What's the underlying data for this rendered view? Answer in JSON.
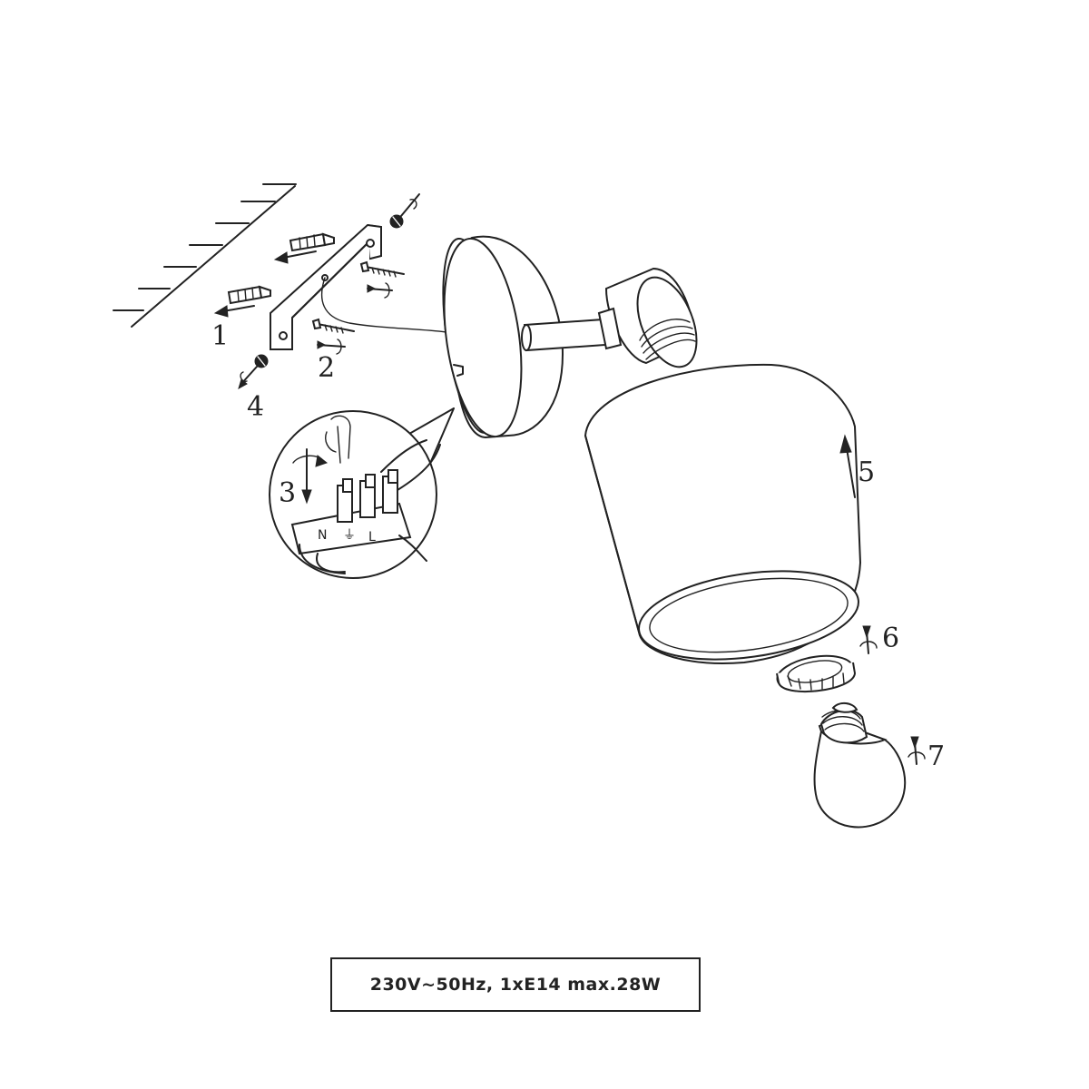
{
  "diagram": {
    "steps": [
      {
        "label": "1"
      },
      {
        "label": "2"
      },
      {
        "label": "3"
      },
      {
        "label": "4"
      },
      {
        "label": "5"
      },
      {
        "label": "6"
      },
      {
        "label": "7"
      }
    ],
    "terminal_marks": [
      "N",
      "⏚",
      "L"
    ],
    "spec": "230V~50Hz, 1xE14  max.28W"
  }
}
